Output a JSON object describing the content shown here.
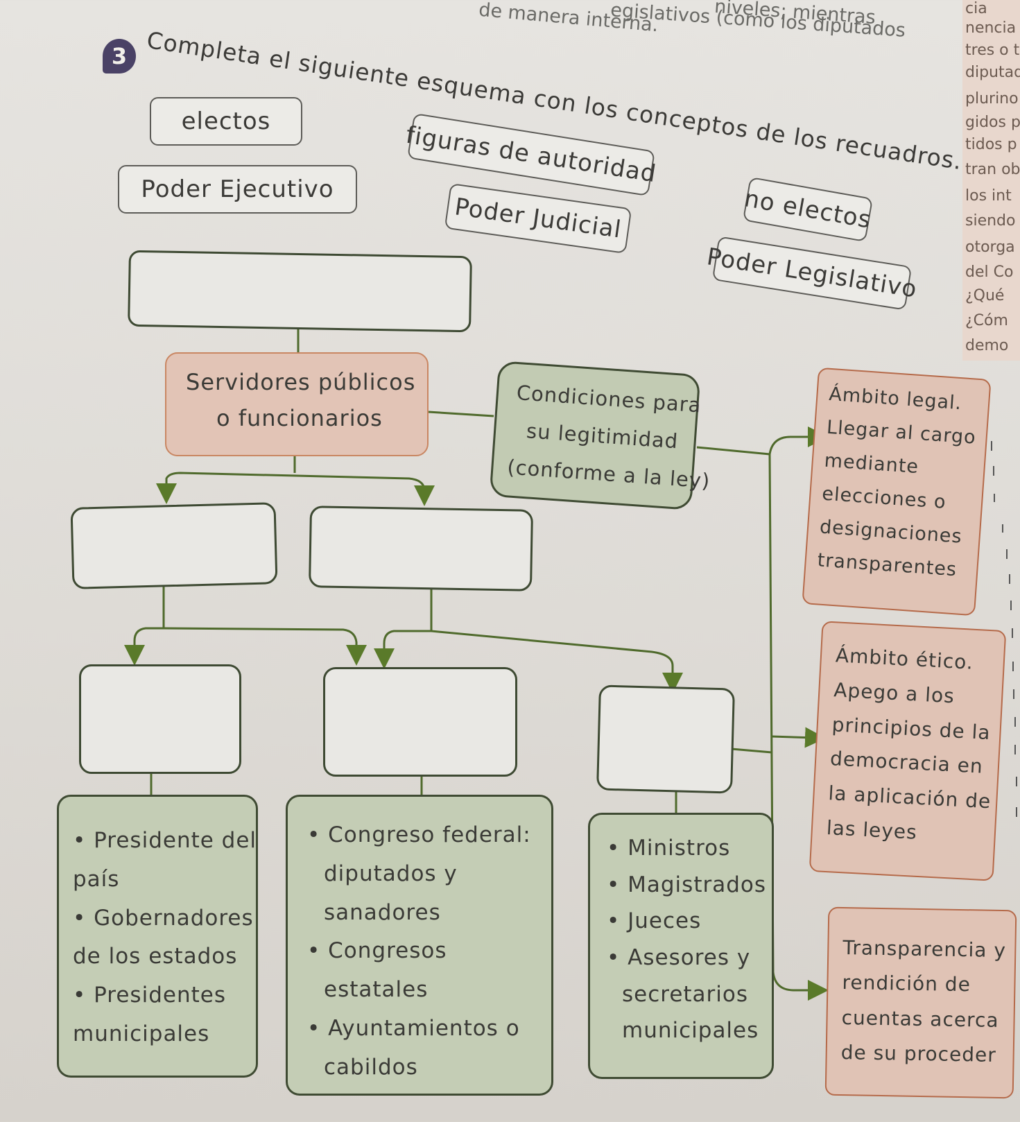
{
  "top_text": {
    "line1": "niveles; mientras",
    "line2": "egislativos (como los diputados",
    "line3": "de manera interna."
  },
  "margin_words": [
    "cia",
    "nencia e",
    "tres o tr",
    "diputad",
    "plurino",
    "gidos p",
    "tidos p",
    "tran ob",
    "los int",
    "siendo",
    "otorga",
    "del Co",
    "¿Qué",
    "¿Cóm",
    "demo"
  ],
  "activity": {
    "number": "3",
    "instruction": "Completa el siguiente esquema con los conceptos de los recuadros."
  },
  "word_bank": [
    {
      "id": "electos",
      "label": "electos"
    },
    {
      "id": "figuras",
      "label": "figuras de autoridad"
    },
    {
      "id": "ejecutivo",
      "label": "Poder Ejecutivo"
    },
    {
      "id": "judicial",
      "label": "Poder Judicial"
    },
    {
      "id": "no_electos",
      "label": "no electos"
    },
    {
      "id": "legislativo",
      "label": "Poder Legislativo"
    }
  ],
  "diagram": {
    "root_blank": "",
    "servidores": {
      "line1": "Servidores públicos",
      "line2": "o funcionarios"
    },
    "condiciones": {
      "line1": "Condiciones para",
      "line2": "su legitimidad",
      "line3": "(conforme a la ley)"
    },
    "ambito_legal": {
      "lines": [
        "Ámbito legal.",
        "Llegar al cargo",
        "mediante",
        "elecciones o",
        "designaciones",
        "transparentes"
      ]
    },
    "ambito_etico": {
      "lines": [
        "Ámbito ético.",
        "Apego a los",
        "principios de la",
        "democracia en",
        "la aplicación de",
        "las leyes"
      ]
    },
    "transparencia": {
      "lines": [
        "Transparencia y",
        "rendición de",
        "cuentas acerca",
        "de su proceder"
      ]
    },
    "level2_blanks": [
      "",
      ""
    ],
    "level3_blanks": [
      "",
      "",
      ""
    ],
    "box_ejecutivo": [
      {
        "first": "Presidente del",
        "rest": "país"
      },
      {
        "first": "Gobernadores",
        "rest": "de los estados"
      },
      {
        "first": "Presidentes",
        "rest": "municipales"
      }
    ],
    "box_legislativo": [
      {
        "first": "Congreso federal:",
        "rest": [
          "diputados y",
          "sanadores"
        ]
      },
      {
        "first": "Congresos",
        "rest": [
          "estatales"
        ]
      },
      {
        "first": "Ayuntamientos o",
        "rest": [
          "cabildos"
        ]
      }
    ],
    "box_judicial": [
      {
        "first": "Ministros",
        "rest": []
      },
      {
        "first": "Magistrados",
        "rest": []
      },
      {
        "first": "Jueces",
        "rest": []
      },
      {
        "first": "Asesores y",
        "rest": [
          "secretarios",
          "municipales"
        ]
      }
    ]
  },
  "colors": {
    "green": "#c4cdb5",
    "orange": "#e2c4b6",
    "arrow": "#5a7a2a",
    "line": "#4f6a2c"
  }
}
